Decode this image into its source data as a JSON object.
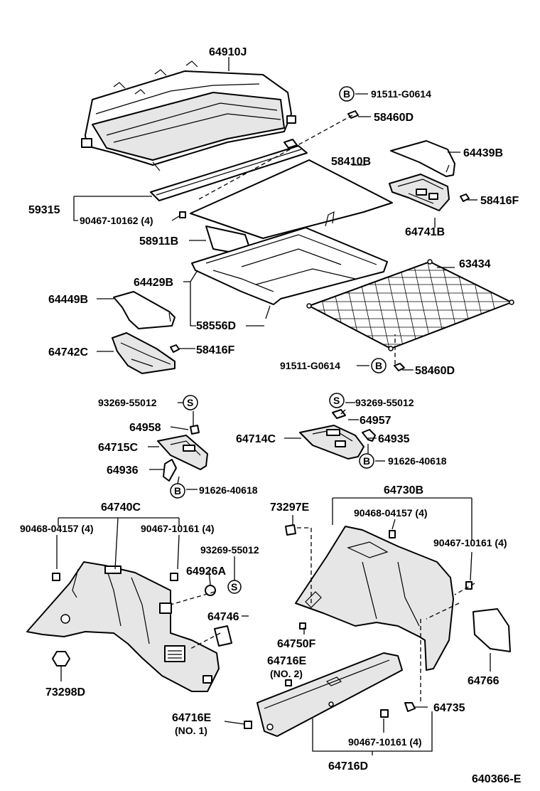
{
  "drawing_number": "640366-E",
  "callouts": [
    {
      "id": "c64910J",
      "text": "64910J"
    },
    {
      "id": "c91511a",
      "text": "91511-G0614",
      "symbol": "B"
    },
    {
      "id": "c58460Da",
      "text": "58460D"
    },
    {
      "id": "c64439B",
      "text": "64439B"
    },
    {
      "id": "c58410B",
      "text": "58410B"
    },
    {
      "id": "c58416Fa",
      "text": "58416F"
    },
    {
      "id": "c59315",
      "text": "59315"
    },
    {
      "id": "c90467a",
      "text": "90467-10162 (4)"
    },
    {
      "id": "c64741B",
      "text": "64741B"
    },
    {
      "id": "c58911B",
      "text": "58911B"
    },
    {
      "id": "c63434",
      "text": "63434"
    },
    {
      "id": "c64429B",
      "text": "64429B"
    },
    {
      "id": "c64449B",
      "text": "64449B"
    },
    {
      "id": "c58556D",
      "text": "58556D"
    },
    {
      "id": "c64742C",
      "text": "64742C"
    },
    {
      "id": "c58416Fb",
      "text": "58416F"
    },
    {
      "id": "c91511b",
      "text": "91511-G0614",
      "symbol": "B"
    },
    {
      "id": "c58460Db",
      "text": "58460D"
    },
    {
      "id": "c93269a",
      "text": "93269-55012",
      "symbol": "S"
    },
    {
      "id": "c93269b",
      "text": "93269-55012",
      "symbol": "S"
    },
    {
      "id": "c64957",
      "text": "64957"
    },
    {
      "id": "c64958",
      "text": "64958"
    },
    {
      "id": "c64714C",
      "text": "64714C"
    },
    {
      "id": "c64935",
      "text": "64935"
    },
    {
      "id": "c64715C",
      "text": "64715C"
    },
    {
      "id": "c91626a",
      "text": "91626-40618",
      "symbol": "B"
    },
    {
      "id": "c64936",
      "text": "64936"
    },
    {
      "id": "c91626b",
      "text": "91626-40618",
      "symbol": "B"
    },
    {
      "id": "c64740C",
      "text": "64740C"
    },
    {
      "id": "c73297E",
      "text": "73297E"
    },
    {
      "id": "c64730B",
      "text": "64730B"
    },
    {
      "id": "c90468a",
      "text": "90468-04157 (4)"
    },
    {
      "id": "c90467b",
      "text": "90467-10161 (4)"
    },
    {
      "id": "c90468b",
      "text": "90468-04157 (4)"
    },
    {
      "id": "c90467c",
      "text": "90467-10161 (4)"
    },
    {
      "id": "c93269c",
      "text": "93269-55012"
    },
    {
      "id": "c93269cs",
      "text": "S"
    },
    {
      "id": "c64926A",
      "text": "64926A"
    },
    {
      "id": "c64746",
      "text": "64746"
    },
    {
      "id": "c64750F",
      "text": "64750F"
    },
    {
      "id": "c64716E2",
      "text": "64716E"
    },
    {
      "id": "c64716E2n",
      "text": "(NO. 2)"
    },
    {
      "id": "c64766",
      "text": "64766"
    },
    {
      "id": "c73298D",
      "text": "73298D"
    },
    {
      "id": "c64735",
      "text": "64735"
    },
    {
      "id": "c64716E1",
      "text": "64716E"
    },
    {
      "id": "c64716E1n",
      "text": "(NO. 1)"
    },
    {
      "id": "c90467d",
      "text": "90467-10161 (4)"
    },
    {
      "id": "c64716D",
      "text": "64716D"
    }
  ]
}
